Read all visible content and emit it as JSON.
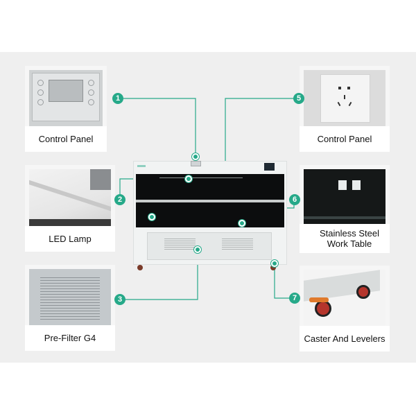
{
  "colors": {
    "accent": "#26a989",
    "band_background": "#efefef",
    "card_background": "#f6f6f6",
    "label_background": "#ffffff"
  },
  "callouts": [
    {
      "number": "1",
      "label": "Control Panel",
      "icon": "control-panel-photo"
    },
    {
      "number": "2",
      "label": "LED Lamp",
      "icon": "led-lamp-photo"
    },
    {
      "number": "3",
      "label": "Pre-Filter G4",
      "icon": "pre-filter-photo"
    },
    {
      "number": "5",
      "label": "Control Panel",
      "icon": "power-socket-photo"
    },
    {
      "number": "6",
      "label": "Stainless Steel Work Table",
      "icon": "work-table-photo"
    },
    {
      "number": "7",
      "label": "Caster And Levelers",
      "icon": "caster-photo"
    }
  ],
  "machine": {
    "icon": "laminar-flow-cabinet-photo"
  }
}
